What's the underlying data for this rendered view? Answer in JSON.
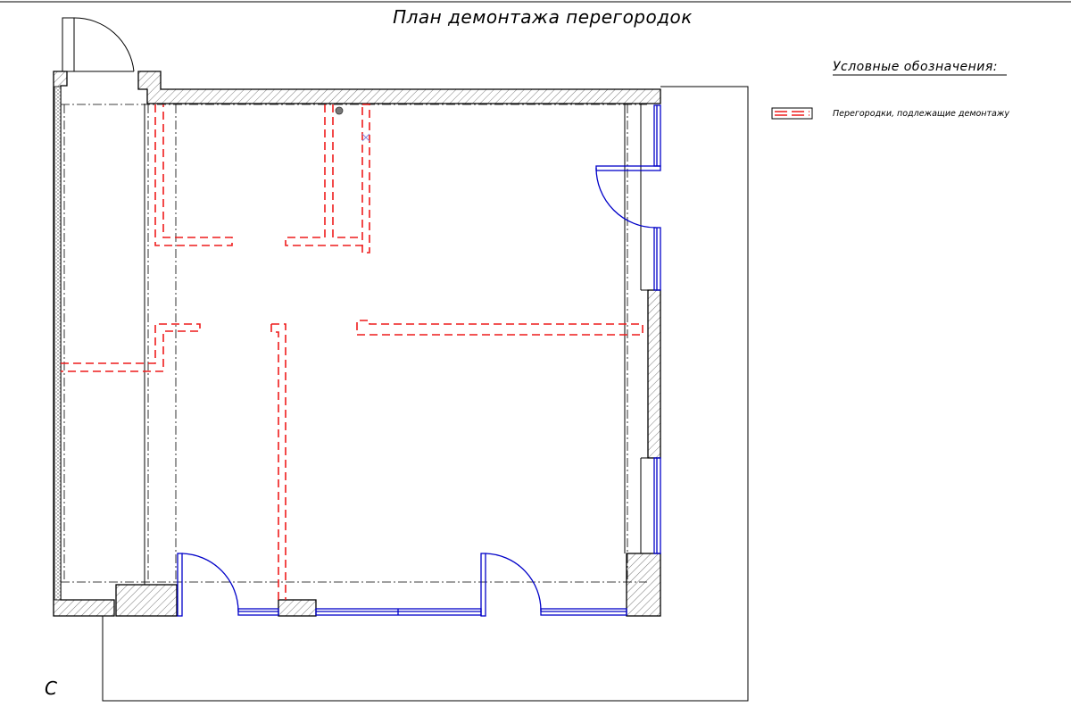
{
  "title": "План демонтажа перегородок",
  "legend": {
    "heading": "Условные обозначения:",
    "items": [
      {
        "label": "Перегородки, подлежащие демонтажу",
        "color": "#ee1c1c"
      }
    ]
  },
  "corner_mark": "C",
  "colors": {
    "demolition": "#ee1c1c",
    "doors_windows": "#0000c8",
    "walls": "#000000"
  }
}
